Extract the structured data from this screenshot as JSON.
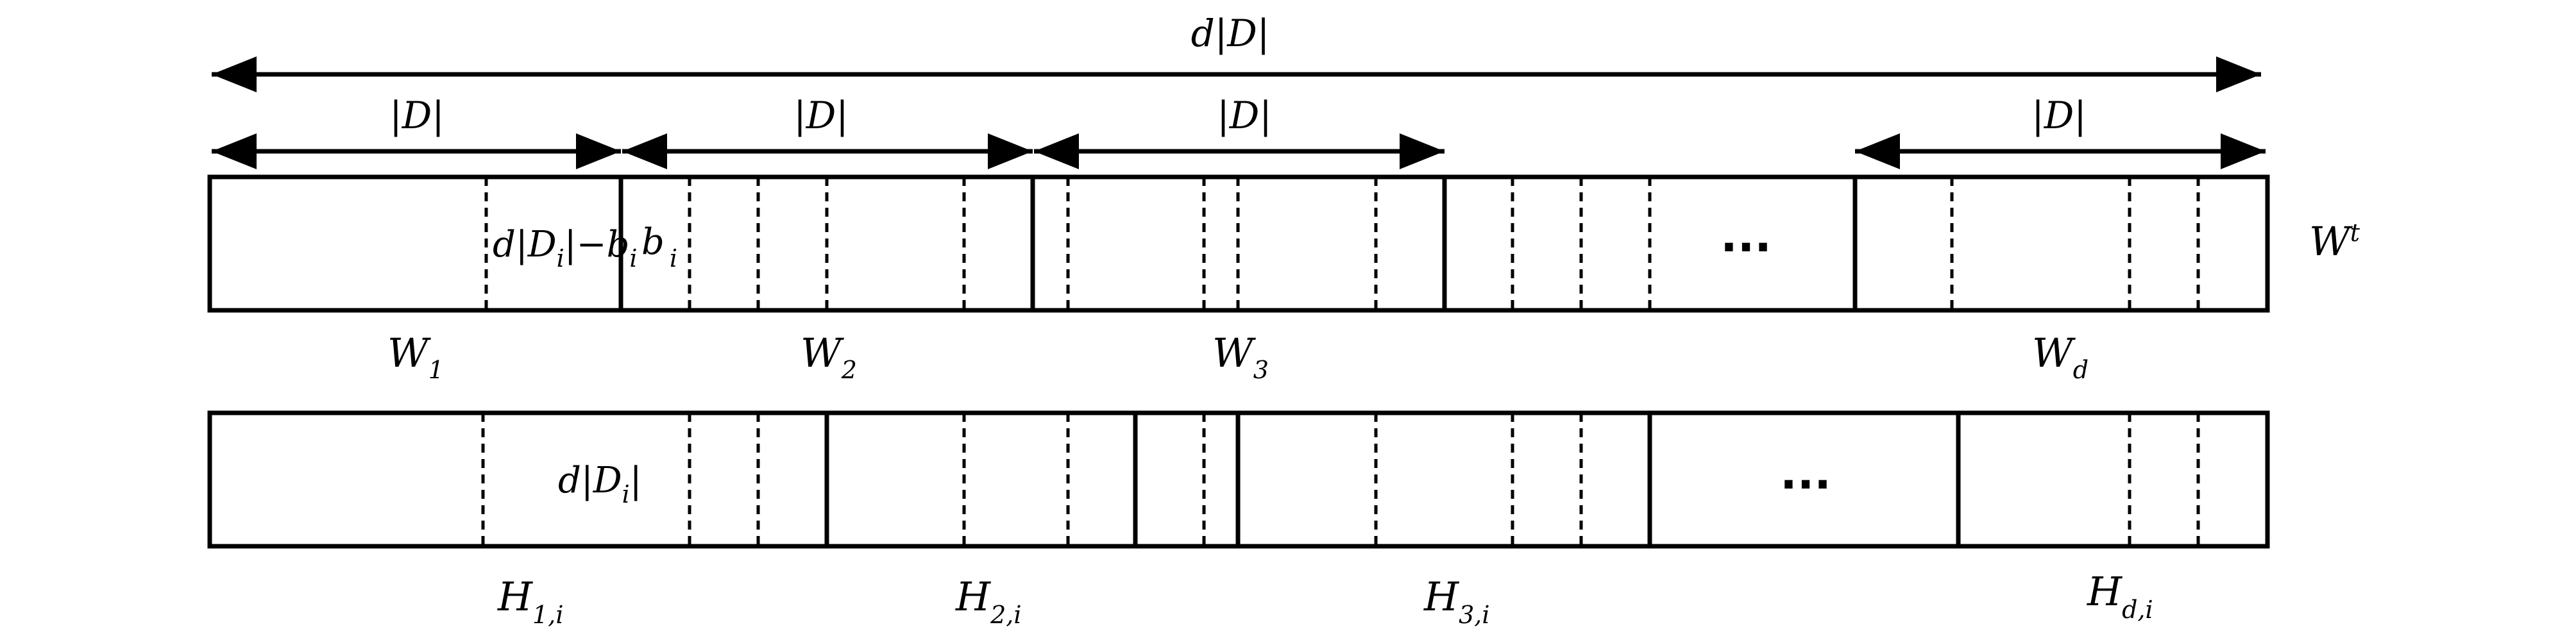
{
  "diagram": {
    "top_span_label": "d|D|",
    "segment_span_labels": [
      "|D|",
      "|D|",
      "|D|",
      "|D|"
    ],
    "row_top": {
      "side_label": "W",
      "side_label_sup": "t",
      "cell_label_left": "d|D",
      "cell_label_left_sub": "i",
      "cell_label_left_tail": "|−b",
      "cell_label_left_tail_sub": "i",
      "cell_label_right": "b",
      "cell_label_right_sub": "i",
      "ellipsis": "...",
      "block_labels": [
        {
          "base": "W",
          "sub": "1"
        },
        {
          "base": "W",
          "sub": "2"
        },
        {
          "base": "W",
          "sub": "3"
        },
        {
          "base": "W",
          "sub": "d"
        }
      ]
    },
    "row_bottom": {
      "cell_label": "d|D",
      "cell_label_sub": "i",
      "cell_label_tail": "|",
      "ellipsis": "...",
      "block_labels": [
        {
          "base": "H",
          "sub": "1,i"
        },
        {
          "base": "H",
          "sub": "2,i"
        },
        {
          "base": "H",
          "sub": "3,i"
        },
        {
          "base": "H",
          "sub": "d,i"
        }
      ]
    },
    "line_color": "#000000"
  }
}
